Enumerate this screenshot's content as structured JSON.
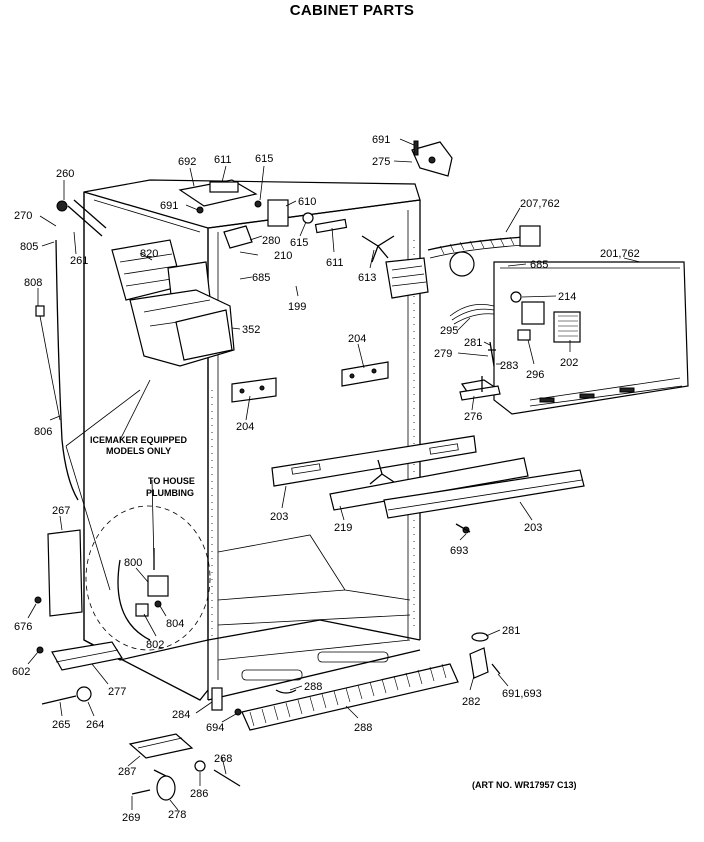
{
  "title": "CABINET PARTS",
  "art_number": "(ART NO. WR17957 C13)",
  "notes": {
    "icemaker_line1": "ICEMAKER EQUIPPED",
    "icemaker_line2": "MODELS ONLY",
    "plumbing_line1": "TO HOUSE",
    "plumbing_line2": "PLUMBING"
  },
  "callouts": [
    "691",
    "275",
    "692",
    "611",
    "615",
    "610",
    "691",
    "280",
    "615",
    "210",
    "611",
    "613",
    "207,762",
    "685",
    "201,762",
    "260",
    "270",
    "805",
    "261",
    "820",
    "685",
    "199",
    "808",
    "352",
    "214",
    "295",
    "281",
    "202",
    "279",
    "283",
    "296",
    "204",
    "204",
    "276",
    "806",
    "203",
    "219",
    "203",
    "693",
    "267",
    "800",
    "676",
    "804",
    "802",
    "281",
    "602",
    "277",
    "288",
    "282",
    "691,693",
    "265",
    "264",
    "284",
    "694",
    "288",
    "287",
    "268",
    "286",
    "269",
    "278"
  ]
}
